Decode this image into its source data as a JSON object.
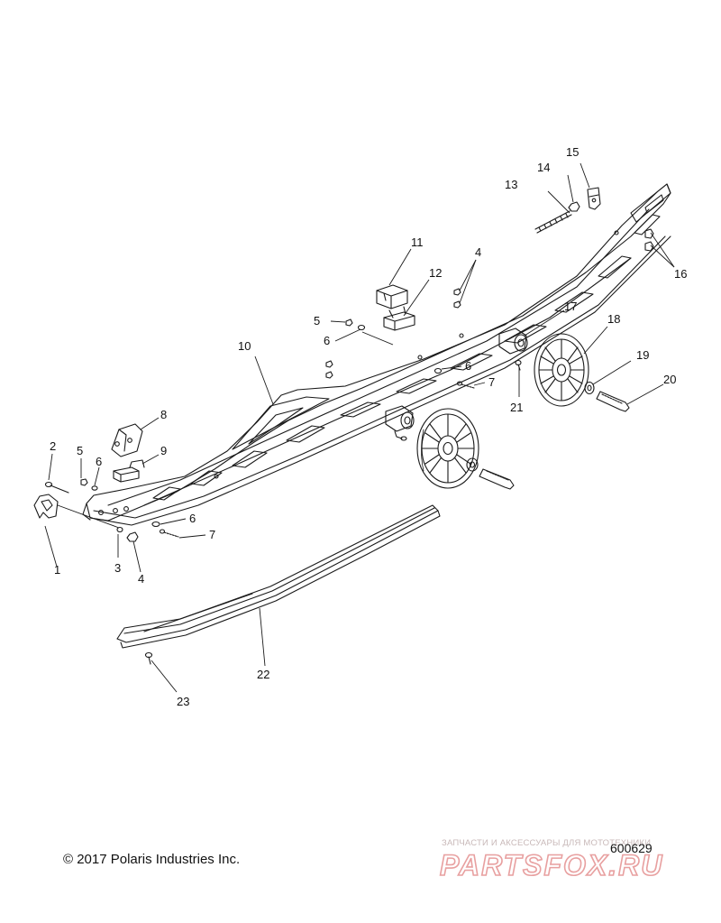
{
  "callouts": {
    "c1": "1",
    "c2": "2",
    "c3": "3",
    "c4a": "4",
    "c4b": "4",
    "c5a": "5",
    "c5b": "5",
    "c6a": "6",
    "c6b": "6",
    "c6c": "6",
    "c6d": "6",
    "c7a": "7",
    "c7b": "7",
    "c8": "8",
    "c9": "9",
    "c10": "10",
    "c11": "11",
    "c12": "12",
    "c13": "13",
    "c14": "14",
    "c15": "15",
    "c16": "16",
    "c17": "17",
    "c18": "18",
    "c19": "19",
    "c20": "20",
    "c21": "21",
    "c22": "22",
    "c23": "23"
  },
  "footer": {
    "copyright": "© 2017 Polaris Industries Inc.",
    "figure_number": "600629"
  },
  "watermark": {
    "tagline": "ЗАПЧАСТИ И АКСЕССУАРЫ ДЛЯ МОТОТЕХНИКИ",
    "logo": "PARTSFOX.RU"
  }
}
